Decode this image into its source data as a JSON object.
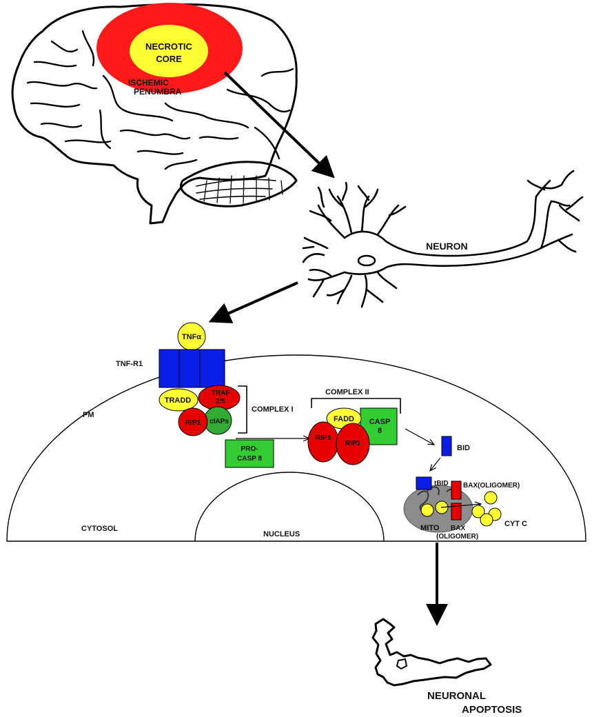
{
  "labels": {
    "necrotic_core_line1": "NECROTIC",
    "necrotic_core_line2": "CORE",
    "penumbra_line1": "ISCHEMIC",
    "penumbra_line2": "PENUMBRA",
    "neuron": "NEURON",
    "tnf_alpha": "TNFα",
    "tnf_r1": "TNF-R1",
    "tradd": "TRADD",
    "traf_line1": "TRAF",
    "traf_line2": "2/5",
    "rip1": "RIP1",
    "ciaps": "cIAPs",
    "complex_1": "COMPLEX I",
    "complex_2": "COMPLEX II",
    "pm": "PM",
    "pro_casp8_line1": "PRO-",
    "pro_casp8_line2": "CASP 8",
    "fadd": "FADD",
    "casp8_line1": "CASP",
    "casp8_line2": "8",
    "rip3": "RIP3",
    "rip1_complex2": "RIP1",
    "bid": "BID",
    "tbid": "tBID",
    "bax_oligomer_top": "BAX(OLIGOMER)",
    "bax_bottom_line1": "BAX",
    "bax_bottom_line2": "(OLIGOMER)",
    "mito": "MITO",
    "cyt_c": "CYT C",
    "cytosol": "CYTOSOL",
    "nucleus": "NUCLEUS",
    "neuronal_line1": "NEURONAL",
    "apoptosis_line2": "APOPTOSIS"
  },
  "colors": {
    "penumbra_red": "#ff1a1a",
    "core_yellow": "#ffff33",
    "receptor_blue": "#0a1ee6",
    "protein_red": "#e60000",
    "protein_yellow": "#ffff33",
    "protein_green": "#33cc33",
    "mito_gray": "#8c8c8c"
  }
}
